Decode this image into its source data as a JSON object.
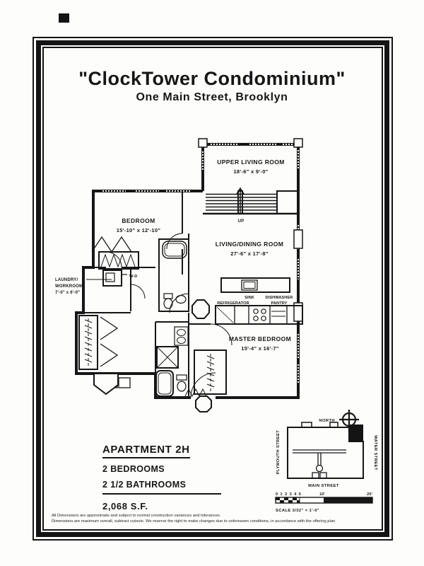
{
  "header": {
    "title": "\"ClockTower Condominium\"",
    "subtitle": "One Main Street, Brooklyn"
  },
  "plan": {
    "upper_living": {
      "name": "UPPER LIVING ROOM",
      "dims": "18'-6\" x 9'-0\""
    },
    "bedroom": {
      "name": "BEDROOM",
      "dims": "15'-10\" x 12'-10\""
    },
    "living_dining": {
      "name": "LIVING/DINING ROOM",
      "dims": "27'-6\" x 17'-8\""
    },
    "master_bedroom": {
      "name": "MASTER BEDROOM",
      "dims": "15'-4\" x 16'-7\""
    },
    "laundry": {
      "line1": "LAUNDRY/",
      "line2": "WORKROOM",
      "line3": "7'-0\" x 6'-0\""
    },
    "labels": {
      "up": "UP",
      "wd": "W-D",
      "sink": "SINK",
      "dishwasher": "DISHWASHER",
      "refrigerator": "REFRIGERATOR",
      "pantry": "PANTRY"
    }
  },
  "apartment_info": {
    "unit": "APARTMENT 2H",
    "bedrooms": "2 BEDROOMS",
    "bathrooms": "2 1/2 BATHROOMS",
    "area": "2,068  S.F."
  },
  "site_map": {
    "north_label": "NORTH",
    "street_left": "PLYMOUTH STREET",
    "street_right": "WATER STREET",
    "street_bottom": "MAIN STREET",
    "scale_ticks": "0 1 2 3 4 5",
    "scale_mid": "10'",
    "scale_end": "20'",
    "scale_label": "SCALE 3/32\" = 1'-0\""
  },
  "disclaimer": {
    "line1": "All Dimensions are approximate and subject to normal construction variances and tolerances.",
    "line2": "Dimensions are maximum overall, subtract cutouts.   We reserve the right to make changes due to unforeseen conditions, in accordance with the offering plan"
  },
  "colors": {
    "ink": "#161616",
    "paper": "#fdfdfb"
  }
}
